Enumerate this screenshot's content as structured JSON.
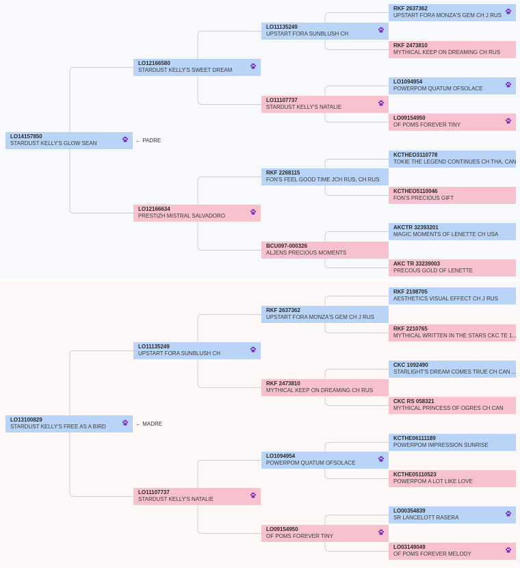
{
  "colors": {
    "male": "#b9d4f7",
    "female": "#f7c1ce",
    "paw": "#7a2fbe",
    "connector": "#d0d0d0"
  },
  "icons": {
    "paw": "paw-icon",
    "arrow": "left-arrow-icon"
  },
  "sire": {
    "role_label": "← PADRE",
    "subject": {
      "reg": "LO14157850",
      "name": "STARDUST KELLY'S GLOW SEAN"
    },
    "sire": {
      "reg": "LO12166580",
      "name": "STARDUST KELLY'S SWEET DREAM"
    },
    "dam": {
      "reg": "LO12166634",
      "name": "PRESTIZH MISTRAL SALVADORO"
    },
    "gen3": [
      {
        "reg": "LO11135249",
        "name": "UPSTART FORA SUNBLUSH CH"
      },
      {
        "reg": "LO11107737",
        "name": "STARDUST KELLY'S NATALIE"
      },
      {
        "reg": "RKF 2268115",
        "name": "FON'S FEEL GOOD TIME JCH RUS, CH RUS"
      },
      {
        "reg": "BCU097-000326",
        "name": "ALJENS PRECIOUS MOMENTS"
      }
    ],
    "gen4": [
      {
        "reg": "RKF 2637362",
        "name": "UPSTART FORA MONZA'S GEM CH J RUS"
      },
      {
        "reg": "RKF 2473810",
        "name": "MYTHICAL KEEP ON DREAMING CH RUS"
      },
      {
        "reg": "LO1094954",
        "name": "POWERPOM QUATUM OFSOLACE"
      },
      {
        "reg": "LO09154950",
        "name": "OF POMS FOREVER TINY"
      },
      {
        "reg": "KCTHEO3110778",
        "name": "TOKIE THE LEGEND CONTINUES CH THA, CAN"
      },
      {
        "reg": "KCTHEO5110046",
        "name": "FON'S PRECIOUS GIFT"
      },
      {
        "reg": "AKCTR 32393201",
        "name": "MAGIC MOMENTS OF LENETTE CH USA"
      },
      {
        "reg": "AKC TR 33239003",
        "name": "PRECOUS GOLD OF LENETTE"
      }
    ]
  },
  "dam": {
    "role_label": "← MADRE",
    "subject": {
      "reg": "LO13100829",
      "name": "STARDUST KELLY'S FREE AS A BIRD"
    },
    "sire": {
      "reg": "LO11135249",
      "name": "UPSTART FORA SUNBLUSH CH"
    },
    "dam": {
      "reg": "LO11107737",
      "name": "STARDUST KELLY'S NATALIE"
    },
    "gen3": [
      {
        "reg": "RKF 2637362",
        "name": "UPSTART FORA MONZA'S GEM CH J RUS"
      },
      {
        "reg": "RKF 2473810",
        "name": "MYTHICAL KEEP ON DREAMING CH RUS"
      },
      {
        "reg": "LO1094954",
        "name": "POWERPOM QUATUM OFSOLACE"
      },
      {
        "reg": "LO09154950",
        "name": "OF POMS FOREVER TINY"
      }
    ],
    "gen4": [
      {
        "reg": "RKF 2198705",
        "name": "AESTHETICS VISUAL EFFECT CH J RUS"
      },
      {
        "reg": "RKF 2210765",
        "name": "MYTHICAL WRITTEN IN THE STARS CKC TE 1..."
      },
      {
        "reg": "CKC 1092490",
        "name": "STARLIGHT'S DREAM COMES TRUE CH CAN ..."
      },
      {
        "reg": "CKC RS 058321",
        "name": "MYTHICAL PRINCESS OF OGRES CH CAN"
      },
      {
        "reg": "KCTHE06111189",
        "name": "POWERPOM IMPRESSION SUNRISE"
      },
      {
        "reg": "KCTHE05110523",
        "name": "POWERPOM A LOT LIKE LOVE"
      },
      {
        "reg": "LO00354839",
        "name": "SR LANCELOTT RASERA"
      },
      {
        "reg": "LO03149049",
        "name": "OF POMS FOREVER MELODY"
      }
    ]
  }
}
